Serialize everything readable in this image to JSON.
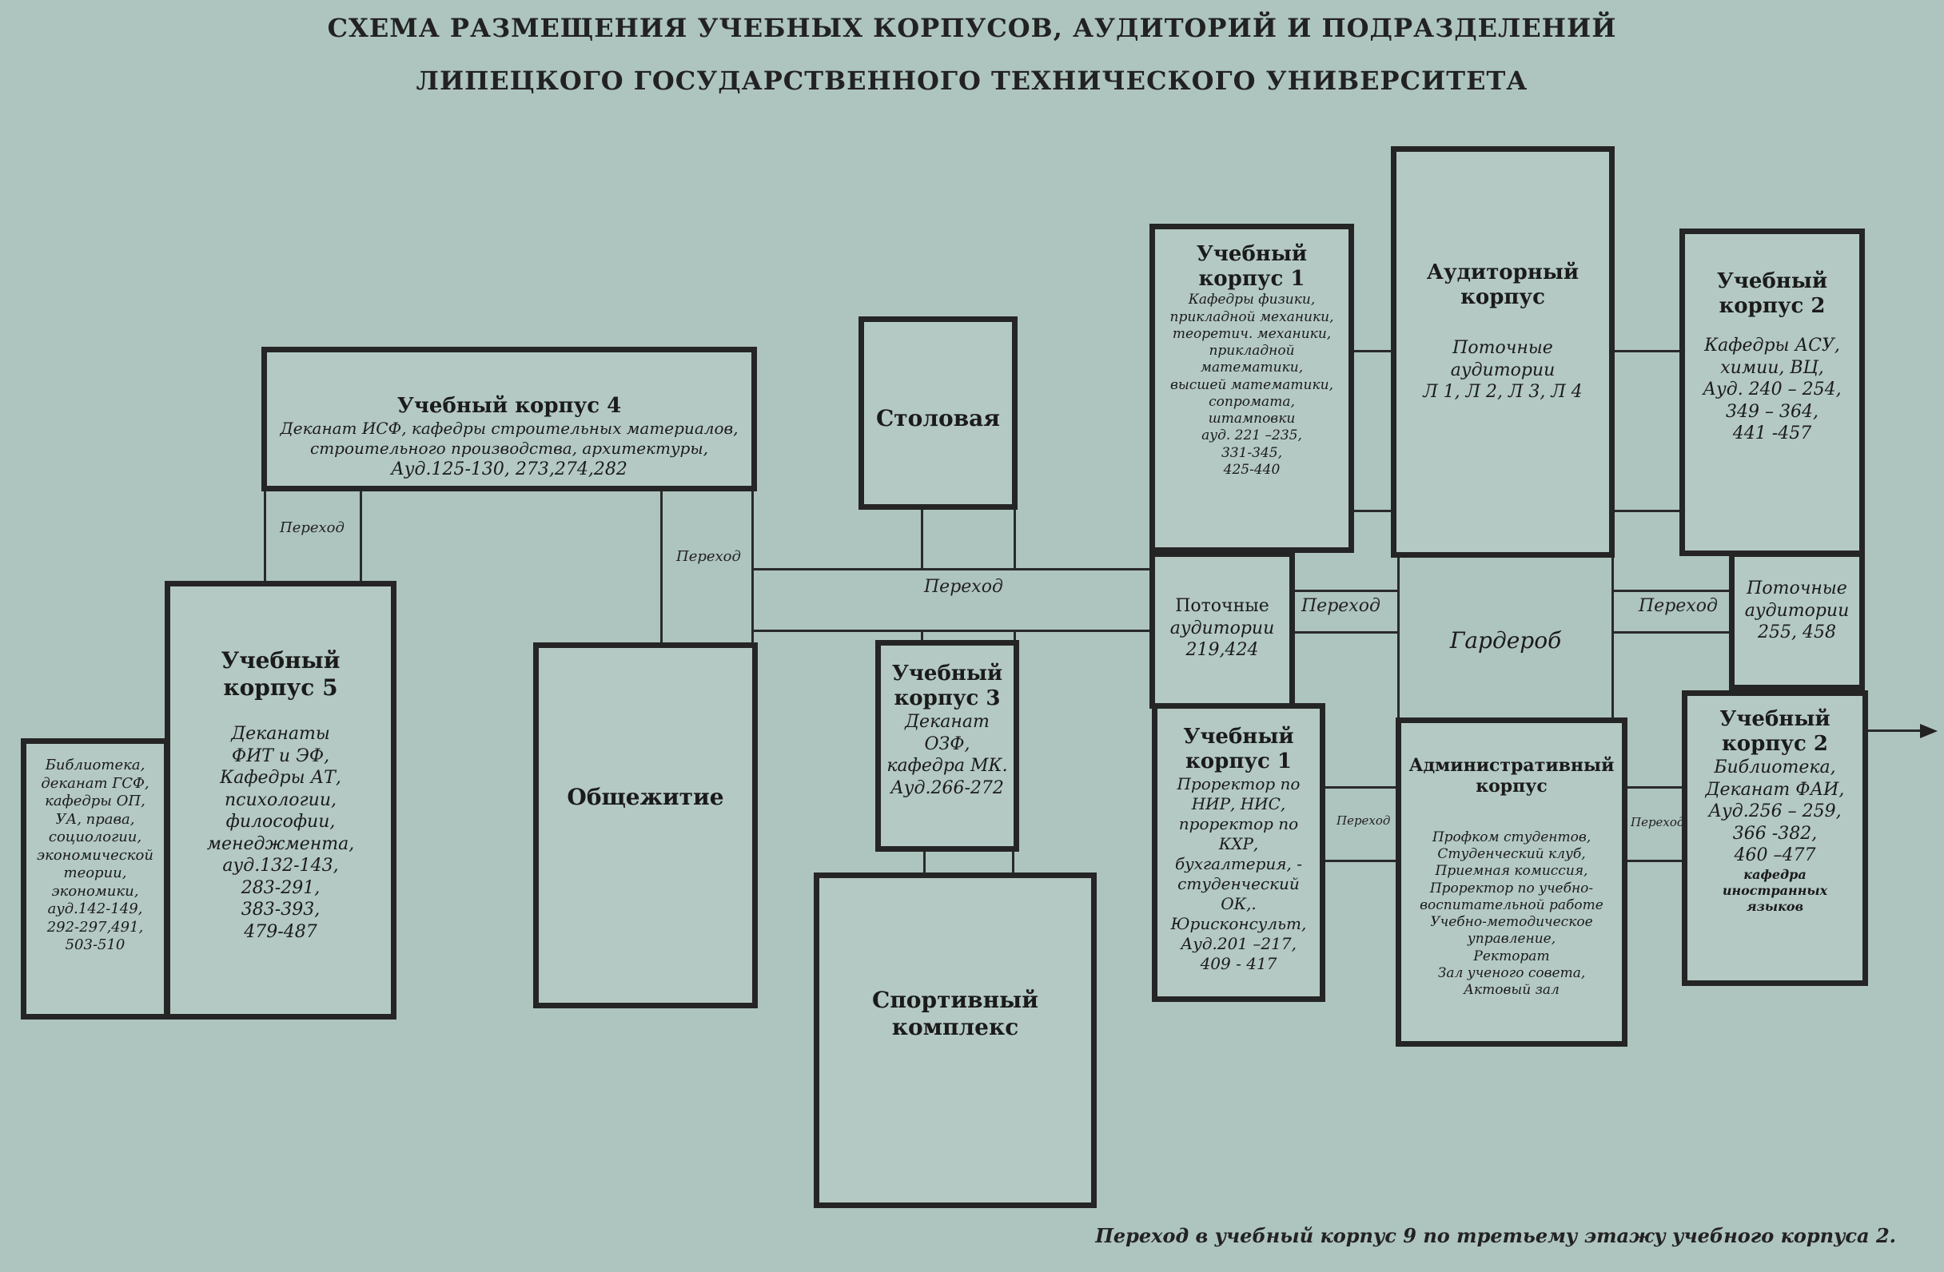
{
  "title": {
    "line1": "СХЕМА   РАЗМЕЩЕНИЯ   УЧЕБНЫХ   КОРПУСОВ, АУДИТОРИЙ И ПОДРАЗДЕЛЕНИЙ",
    "line2": "ЛИПЕЦКОГО ГОСУДАРСТВЕННОГО ТЕХНИЧЕСКОГО УНИВЕРСИТЕТА"
  },
  "buildings": {
    "uk4": {
      "name": "Учебный корпус 4",
      "desc": [
        "Деканат ИСФ, кафедры строительных материалов,",
        "строительного производства, архитектуры,",
        "Ауд.125-130, 273,274,282"
      ]
    },
    "uk5": {
      "name": [
        "Учебный",
        "корпус 5"
      ],
      "desc": [
        "Деканаты",
        "ФИТ и ЭФ,",
        "Кафедры АТ,",
        "психологии,",
        "философии,",
        "менеджмента,",
        "ауд.132-143,",
        "283-291,",
        "383-393,",
        "479-487"
      ]
    },
    "library5": {
      "desc": [
        "Библиотека,",
        "деканат ГСФ,",
        "кафедры ОП,",
        "УА, права,",
        "социологии,",
        "экономической",
        "теории,",
        "экономики,",
        "ауд.142-149,",
        "292-297,491,",
        "503-510"
      ]
    },
    "dorm": {
      "name": "Общежитие"
    },
    "canteen": {
      "name": "Столовая"
    },
    "uk3": {
      "name": [
        "Учебный",
        "корпус 3"
      ],
      "desc": [
        "Деканат",
        "ОЗФ,",
        "кафедра МК.",
        "Ауд.266-272"
      ]
    },
    "sport": {
      "name": [
        "Спортивный",
        "комплекс"
      ]
    },
    "uk1_top": {
      "name": [
        "Учебный",
        "корпус 1"
      ],
      "desc": [
        "Кафедры физики,",
        "прикладной механики,",
        "теоретич. механики,",
        "прикладной",
        "математики,",
        "высшей математики,",
        "сопромата,",
        "штамповки",
        "ауд. 221 –235,",
        "331-345,",
        "425-440"
      ]
    },
    "auditorium": {
      "name": [
        "Аудиторный",
        "корпус"
      ],
      "desc": [
        "Поточные",
        "аудитории",
        "Л 1, Л 2, Л 3,  Л 4"
      ]
    },
    "uk2_top": {
      "name": [
        "Учебный",
        "корпус 2"
      ],
      "desc": [
        "Кафедры АСУ,",
        "химии, ВЦ,",
        "Ауд. 240 – 254,",
        "349 – 364,",
        "441 -457"
      ]
    },
    "stream_219": {
      "desc": [
        "Поточные",
        "аудитории",
        "219,424"
      ]
    },
    "wardrobe": {
      "name": "Гардероб"
    },
    "stream_255": {
      "desc": [
        "Поточные",
        "аудитории",
        "255, 458"
      ]
    },
    "uk1_bottom": {
      "name": [
        "Учебный",
        "корпус 1"
      ],
      "desc": [
        "Проректор по",
        "НИР, НИС,",
        "проректор по",
        "КХР,",
        "бухгалтерия, -",
        "студенческий",
        "ОК,.",
        "Юрисконсульт,",
        "Ауд.201 –217,",
        "409 - 417"
      ]
    },
    "admin": {
      "name": [
        "Административный",
        "корпус"
      ],
      "desc": [
        "Профком студентов,",
        "Студенческий клуб,",
        "Приемная комиссия,",
        "Проректор по учебно-",
        "воспитательной работе",
        "Учебно-методическое",
        "управление,",
        "Ректорат",
        "Зал ученого совета,",
        "Актовый зал"
      ]
    },
    "uk2_bottom": {
      "name": [
        "Учебный",
        "корпус 2"
      ],
      "desc": [
        "Библиотека,",
        "Деканат ФАИ,",
        "Ауд.256 – 259,",
        "366 -382,",
        "460 –477"
      ],
      "desc2": [
        "кафедра",
        "иностранных",
        "языков"
      ]
    }
  },
  "passages": {
    "p_uk4_uk5": "Переход",
    "p_uk4_dorm": "Переход",
    "p_main": "Переход",
    "p_stream_wardrobe": "Переход",
    "p_wardrobe_stream": "Переход",
    "p_uk1_admin": "Переход",
    "p_admin_uk2": "Переход"
  },
  "footer": "Переход в учебный корпус 9  по третьему этажу учебного корпуса 2."
}
